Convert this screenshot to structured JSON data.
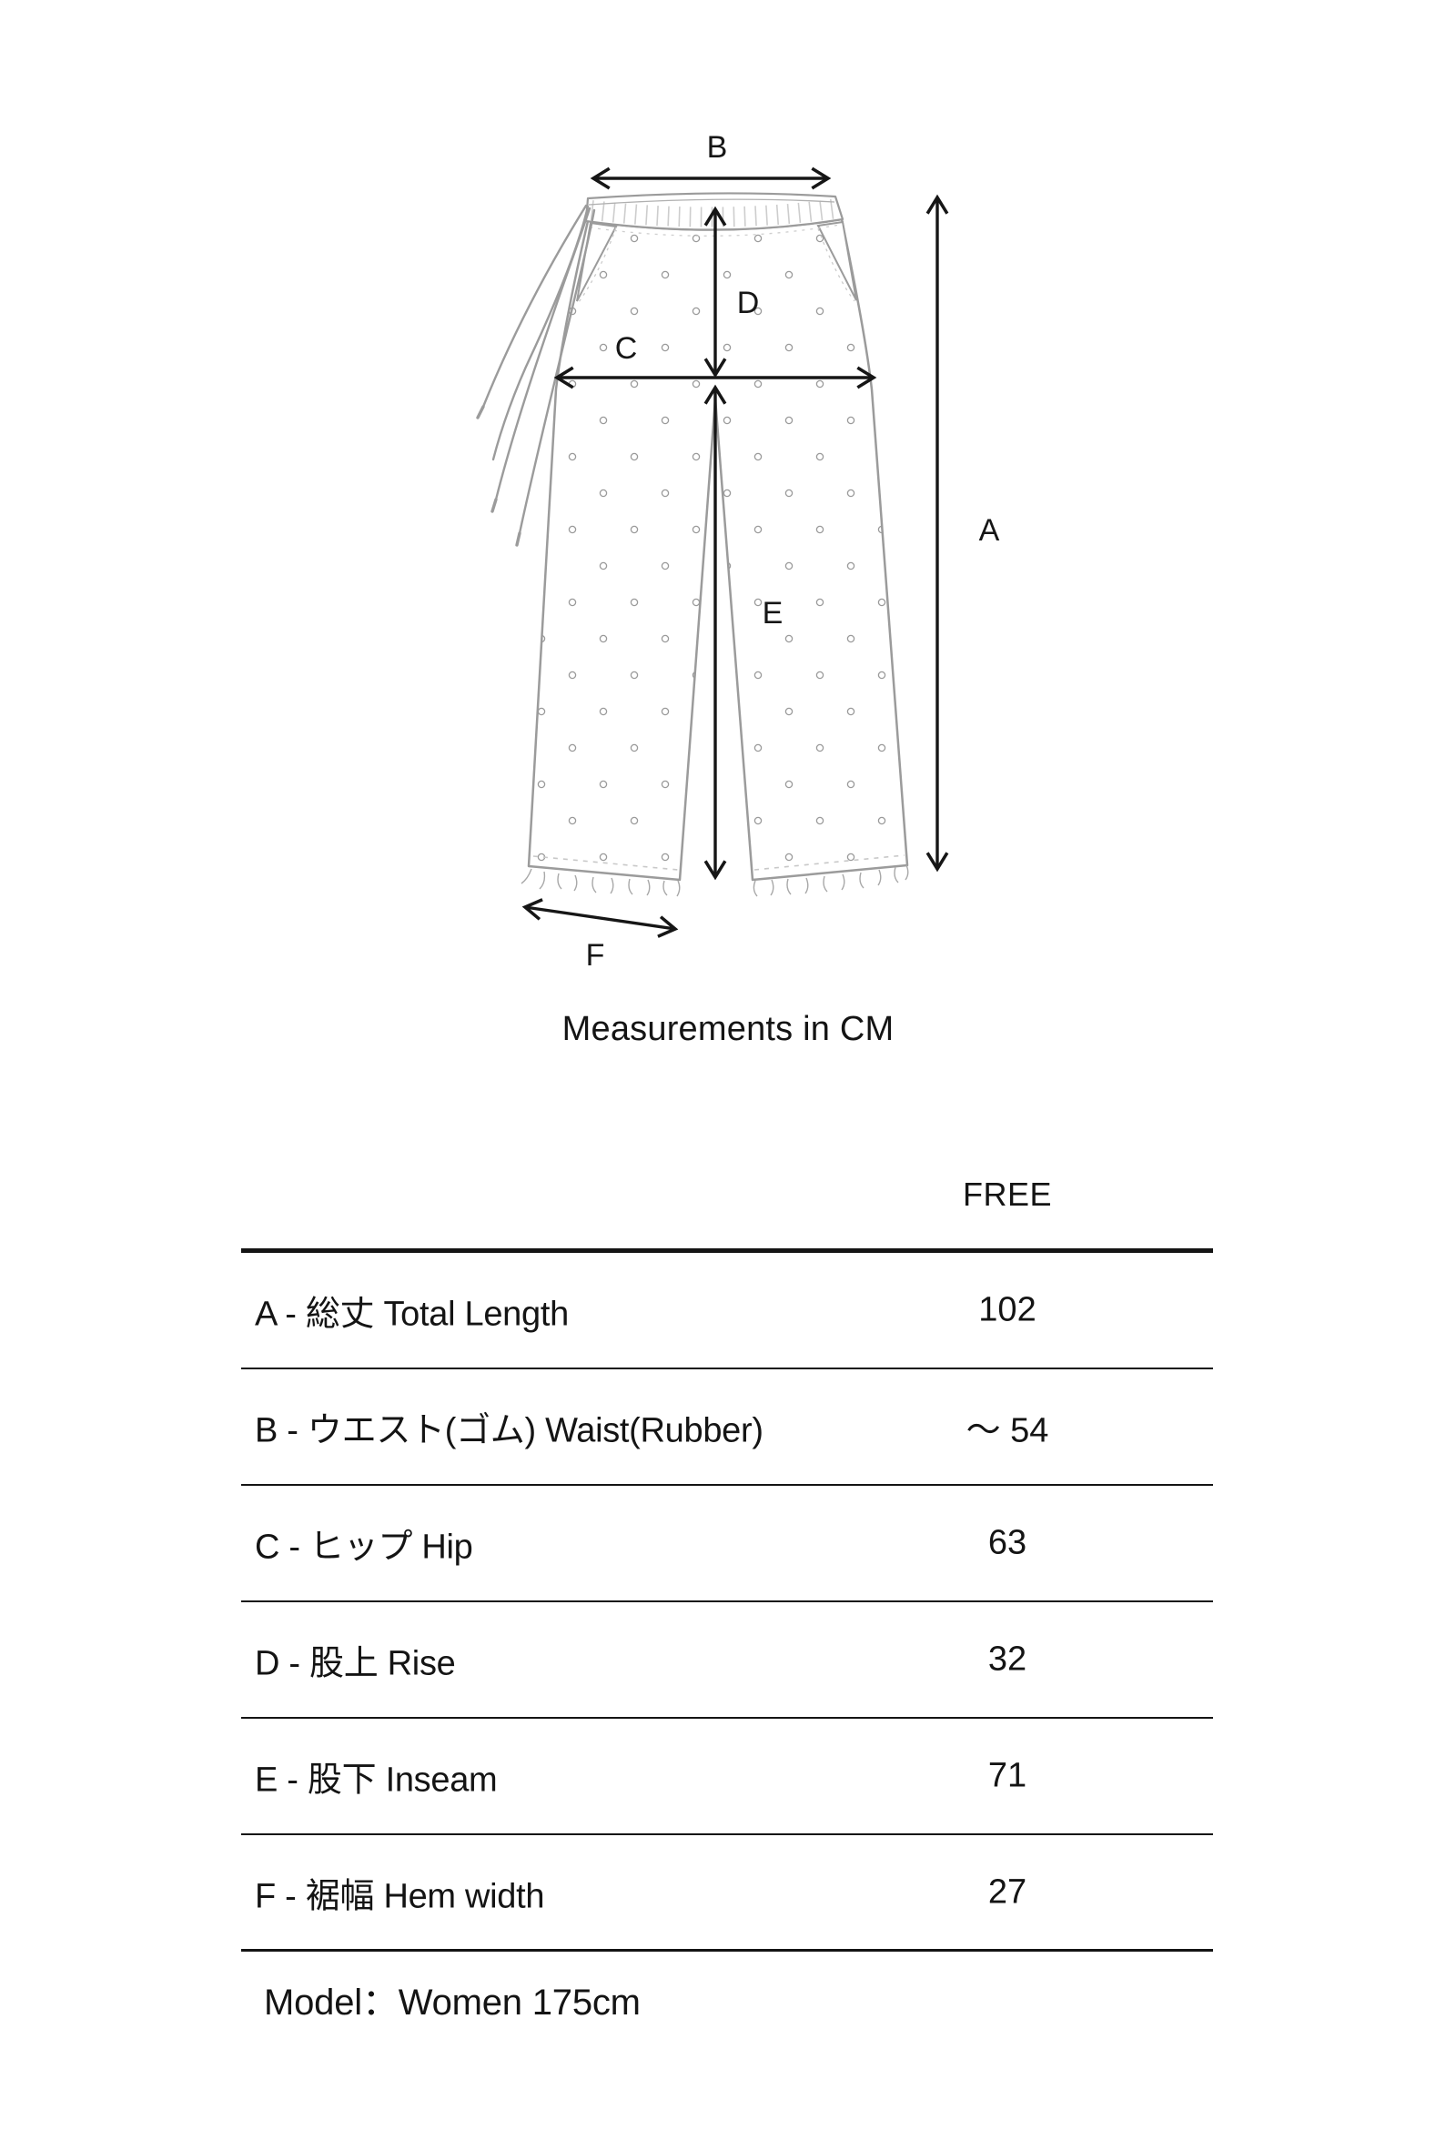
{
  "diagram": {
    "description": "technical flat drawing of wide drawstring pants with dotted fabric pattern and frayed hems",
    "labels": {
      "total_length_a": "A",
      "waist_b": "B",
      "hip_c": "C",
      "rise_d": "D",
      "inseam_e": "E",
      "hem_f": "F"
    }
  },
  "title": "Measurements in CM",
  "table": {
    "size_column_header": "FREE",
    "rows": [
      {
        "label": "A - 総丈 Total Length",
        "value": "102"
      },
      {
        "label": "B - ウエスト(ゴム) Waist(Rubber)",
        "value": "〜 54"
      },
      {
        "label": "C - ヒップ Hip",
        "value": "63"
      },
      {
        "label": "D - 股上 Rise",
        "value": "32"
      },
      {
        "label": "E - 股下 Inseam",
        "value": "71"
      },
      {
        "label": "F - 裾幅 Hem width",
        "value": "27"
      }
    ]
  },
  "model_note": "Model：Women 175cm",
  "colors": {
    "sketch_gray": "#9b9b9b",
    "ink": "#141414"
  }
}
